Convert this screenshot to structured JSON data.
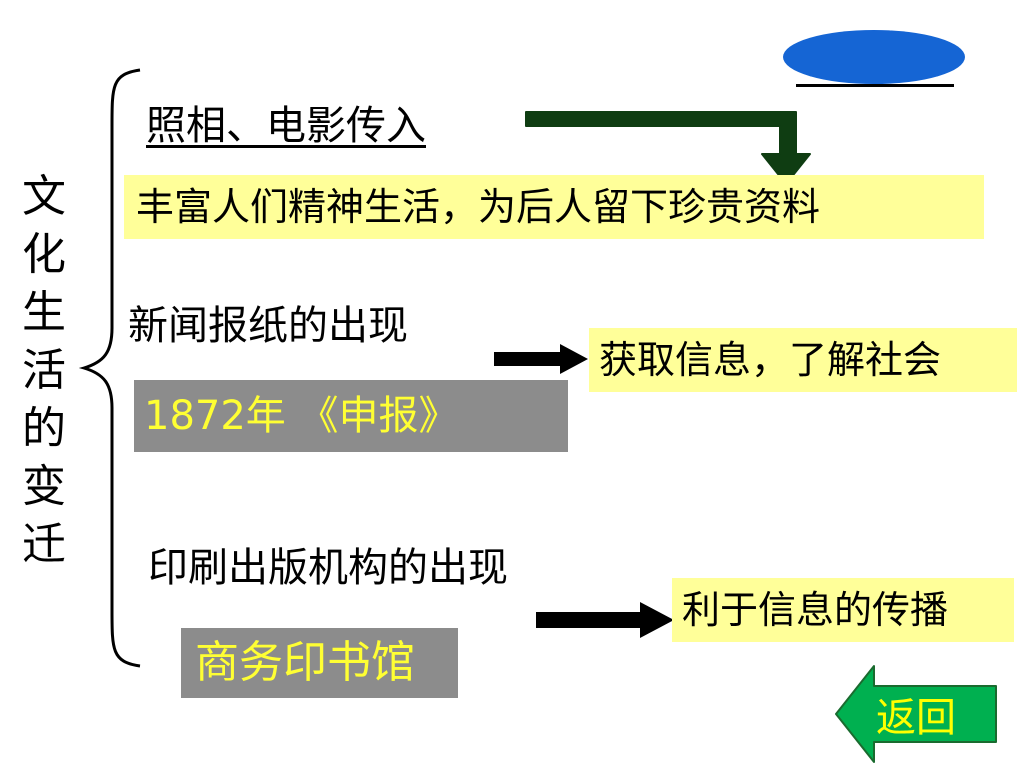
{
  "title_vertical": [
    "文",
    "化",
    "生",
    "活",
    "的",
    "变",
    "迁"
  ],
  "branches": [
    {
      "heading": "照相、电影传入",
      "effect": "丰富人们精神生活，为后人留下珍贵资料"
    },
    {
      "heading": "新闻报纸的出现",
      "effect": "获取信息，了解社会",
      "example": "1872年 《申报》"
    },
    {
      "heading": "印刷出版机构的出现",
      "effect": "利于信息的传播",
      "example": "商务印书馆"
    }
  ],
  "back_button": {
    "label": "返回"
  },
  "colors": {
    "highlight_yellow": "#ffff99",
    "example_gray": "#8c8c8c",
    "example_text": "#ffff33",
    "arrow_dark_green": "#0f3d12",
    "back_green": "#00b050",
    "oval_blue": "#1565d4"
  }
}
